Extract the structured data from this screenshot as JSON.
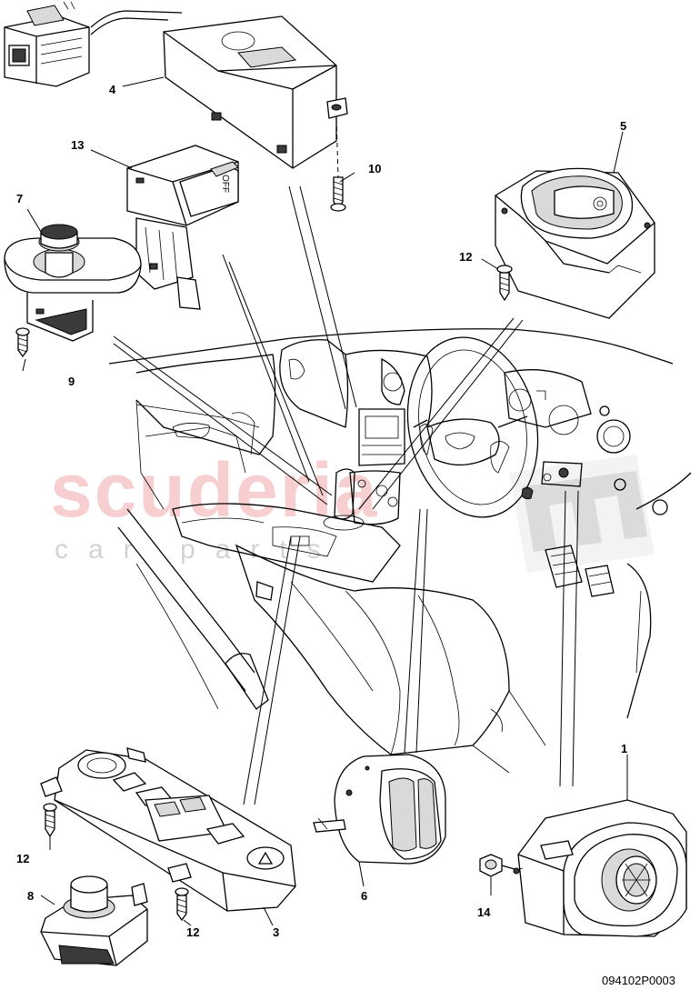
{
  "watermark": {
    "brand": "scuderia",
    "sub": "car parts"
  },
  "callouts": [
    {
      "id": "c1",
      "text": "1"
    },
    {
      "id": "c3",
      "text": "3"
    },
    {
      "id": "c4",
      "text": "4"
    },
    {
      "id": "c5",
      "text": "5"
    },
    {
      "id": "c6",
      "text": "6"
    },
    {
      "id": "c7",
      "text": "7"
    },
    {
      "id": "c8",
      "text": "8"
    },
    {
      "id": "c9",
      "text": "9"
    },
    {
      "id": "c10",
      "text": "10"
    },
    {
      "id": "c12a",
      "text": "12"
    },
    {
      "id": "c12b",
      "text": "12"
    },
    {
      "id": "c12c",
      "text": "12"
    },
    {
      "id": "c13",
      "text": "13"
    },
    {
      "id": "c14",
      "text": "14"
    }
  ],
  "switch_texts": {
    "off": "OFF"
  },
  "drawing_code": "094102P0003"
}
